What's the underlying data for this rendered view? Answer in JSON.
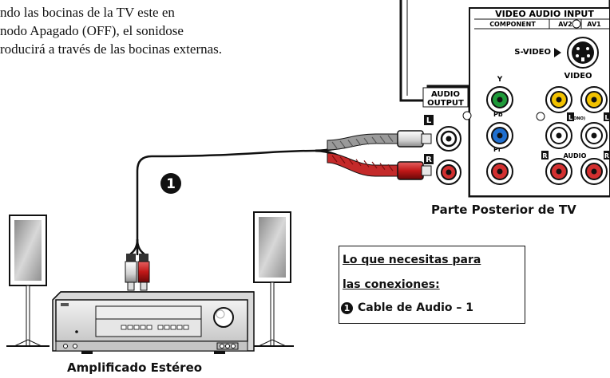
{
  "intro_text": "ndo las bocinas de la TV este en\nnodo Apagado (OFF), el sonidose\nroducirá a través de las bocinas externas.",
  "tv_caption": "Parte Posterior de TV",
  "amp_caption": "Amplificado Estéreo",
  "cable_marker": "1",
  "panel": {
    "title": "VIDEO AUDIO INPUT",
    "component_label": "COMPONENT",
    "av2_label": "AV2",
    "av1_label": "AV1",
    "svideo_label": "S-VIDEO",
    "video_label": "VIDEO",
    "audio_label": "AUDIO",
    "y_label": "Y",
    "pb_label": "Pb",
    "pr_label": "Pr",
    "l_label": "L",
    "r_label": "R",
    "mono_label": "(MONO)"
  },
  "audio_output": {
    "title_line1": "AUDIO",
    "title_line2": "OUTPUT",
    "l_label": "L",
    "r_label": "R"
  },
  "needs_box": {
    "line1": "Lo que necesitas para",
    "line2": "las conexiones:",
    "item_marker": "1",
    "item": "Cable de Audio – 1"
  }
}
